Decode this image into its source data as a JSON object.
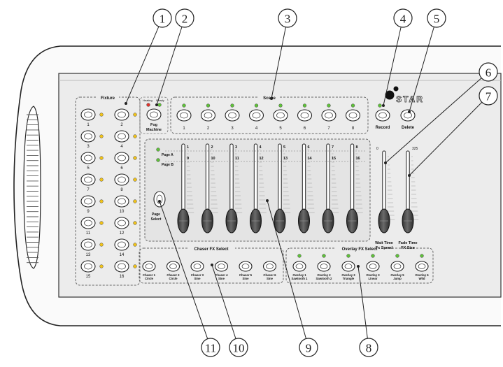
{
  "sections": {
    "fixture": "Fixture",
    "scene": "Scene",
    "chaser": "Chaser FX Select",
    "overlay": "Overlay FX Select"
  },
  "status_labels": [
    "Heating",
    "Ready"
  ],
  "fixture_buttons": [
    "1",
    "2",
    "3",
    "4",
    "5",
    "6",
    "7",
    "8",
    "9",
    "10",
    "11",
    "12",
    "13",
    "14",
    "15",
    "16"
  ],
  "fog_button": [
    "Fog",
    "Machine"
  ],
  "scene_buttons": [
    "1",
    "2",
    "3",
    "4",
    "5",
    "6",
    "7",
    "8"
  ],
  "record_label": "Record",
  "delete_label": "Delete",
  "brand": "STAR",
  "pages": [
    "Page A",
    "Page B"
  ],
  "page_select": [
    "Page",
    "Select"
  ],
  "fader_top": [
    "1",
    "2",
    "3",
    "4",
    "5",
    "6",
    "7",
    "8"
  ],
  "fader_bottom": [
    "9",
    "10",
    "11",
    "12",
    "13",
    "14",
    "15",
    "16"
  ],
  "wait_fader": {
    "top": "0",
    "label": [
      "Wait Time",
      "Fx Speed"
    ]
  },
  "fade_fader": {
    "top": "325",
    "label": [
      "Fade Time",
      "FX Size"
    ]
  },
  "chaser_buttons": [
    [
      "Chaser 1",
      "Circle"
    ],
    [
      "Chaser 2",
      "Circle"
    ],
    [
      "Chaser 3",
      "Sine"
    ],
    [
      "Chaser 4",
      "Sine"
    ],
    [
      "Chaser 5",
      "Sine"
    ],
    [
      "Chaser 6",
      "Sine"
    ]
  ],
  "overlay_buttons": [
    [
      "Overlay 1",
      "Sawtooth 1"
    ],
    [
      "Overlay 2",
      "Sawtooth 2"
    ],
    [
      "Overlay 3",
      "Triangle"
    ],
    [
      "Overlay 3",
      "Linear"
    ],
    [
      "Overlay 5",
      "Jump"
    ],
    [
      "Overlay 6",
      "Wild"
    ]
  ],
  "callouts": [
    "1",
    "2",
    "3",
    "4",
    "5",
    "6",
    "7",
    "8",
    "9",
    "10",
    "11"
  ],
  "colors": {
    "led_green": "#5fc03a",
    "led_yellow": "#f0c21a",
    "led_red": "#e0322a",
    "fader_knob": "#4a4a4a"
  }
}
